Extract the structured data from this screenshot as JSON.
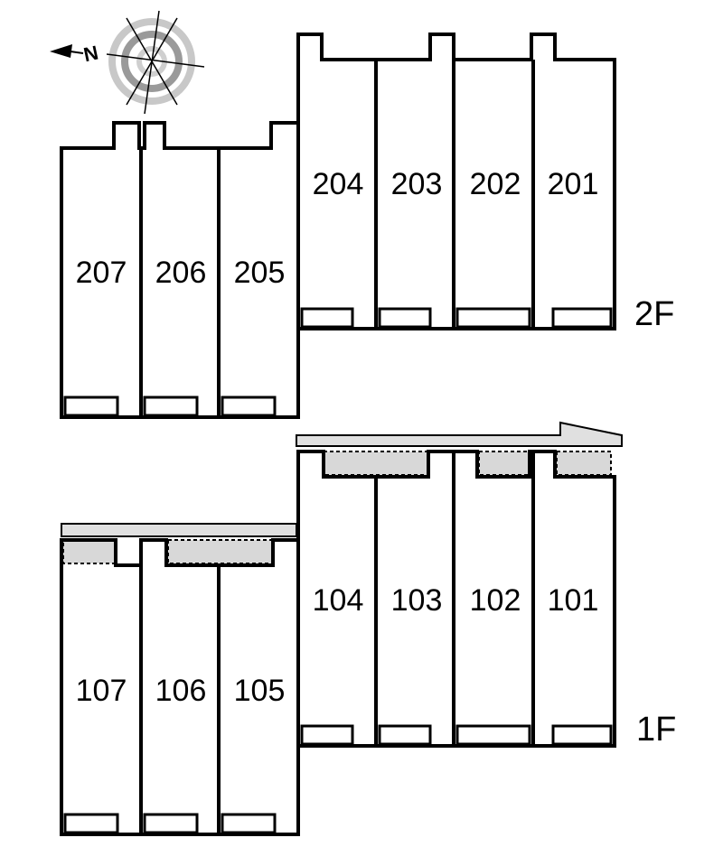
{
  "compass": {
    "letter": "N",
    "icon": "compass-north-arrow-icon"
  },
  "floors": [
    {
      "label": "2F",
      "units": [
        "201",
        "202",
        "203",
        "204",
        "205",
        "206",
        "207"
      ]
    },
    {
      "label": "1F",
      "units": [
        "101",
        "102",
        "103",
        "104",
        "105",
        "106",
        "107"
      ]
    }
  ],
  "colors": {
    "wall": "#000000",
    "corridor": "#e0e0e0",
    "entry_hatch": "#d8d8d8"
  }
}
